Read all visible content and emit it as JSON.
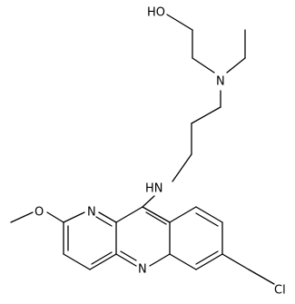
{
  "molecule": {
    "atoms": {
      "oh": "HO",
      "n_amine": "N",
      "nh": "HN",
      "n_ring1": "N",
      "n_ring2": "N",
      "cl": "Cl",
      "o_methoxy": "O"
    }
  },
  "colors": {
    "bond": "#000000",
    "background": "#ffffff"
  }
}
